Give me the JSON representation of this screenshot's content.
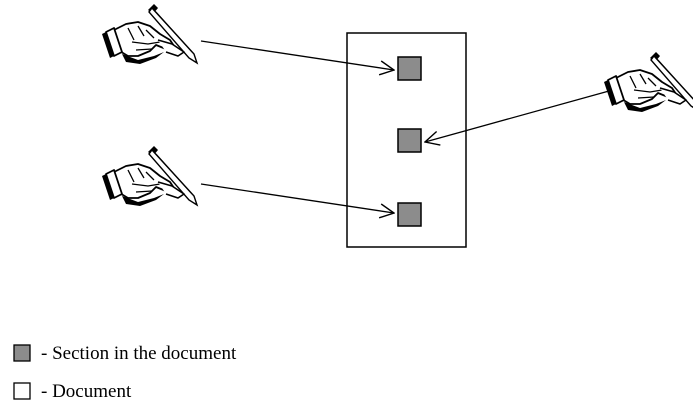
{
  "colors": {
    "section_fill": "#8c8c8c",
    "stroke": "#000000",
    "background": "#ffffff"
  },
  "diagram": {
    "writers": [
      {
        "id": "writer-top-left",
        "icon": "hand-writing-icon"
      },
      {
        "id": "writer-bottom-left",
        "icon": "hand-writing-icon"
      },
      {
        "id": "writer-right",
        "icon": "hand-writing-icon"
      }
    ],
    "document": {
      "section_count": 3
    }
  },
  "legend": [
    {
      "symbol": "filled-square",
      "label": "- Section in the document"
    },
    {
      "symbol": "empty-square",
      "label": "- Document"
    }
  ]
}
